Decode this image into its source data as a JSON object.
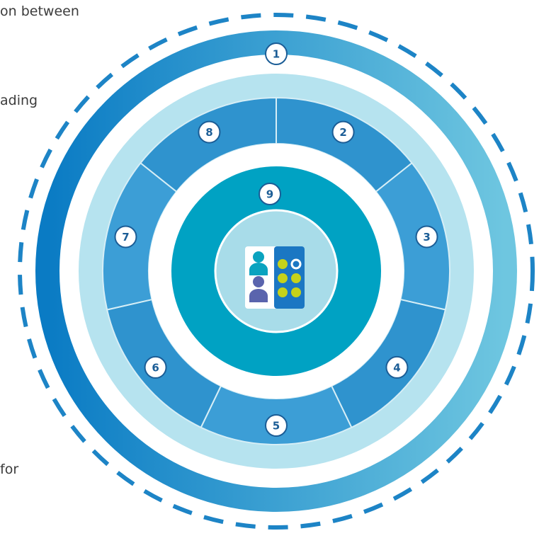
{
  "side_text": {
    "top": "on between",
    "upper": "ading",
    "bottom": "for"
  },
  "ring_segments": [
    {
      "number": "2"
    },
    {
      "number": "3"
    },
    {
      "number": "4"
    },
    {
      "number": "5"
    },
    {
      "number": "6"
    },
    {
      "number": "7"
    },
    {
      "number": "8"
    }
  ],
  "outer_number": "1",
  "core_number": "9",
  "colors": {
    "outer_gradient_start": "#0a7bc4",
    "outer_gradient_end": "#6ec6e0",
    "dashed_ring": "#1d84c6",
    "light_band": "#b6e3ef",
    "segment": "#2f93ce",
    "segment_alt": "#3c9ed6",
    "core": "#00a2c3",
    "center_disc": "#a8dce9",
    "dot_yellow": "#c6d21a",
    "panel_blue": "#1b77c3",
    "person_top": "#0aa3bf",
    "person_bottom": "#5a64ad"
  },
  "icons": {
    "center": "user-assignment-board-icon"
  }
}
